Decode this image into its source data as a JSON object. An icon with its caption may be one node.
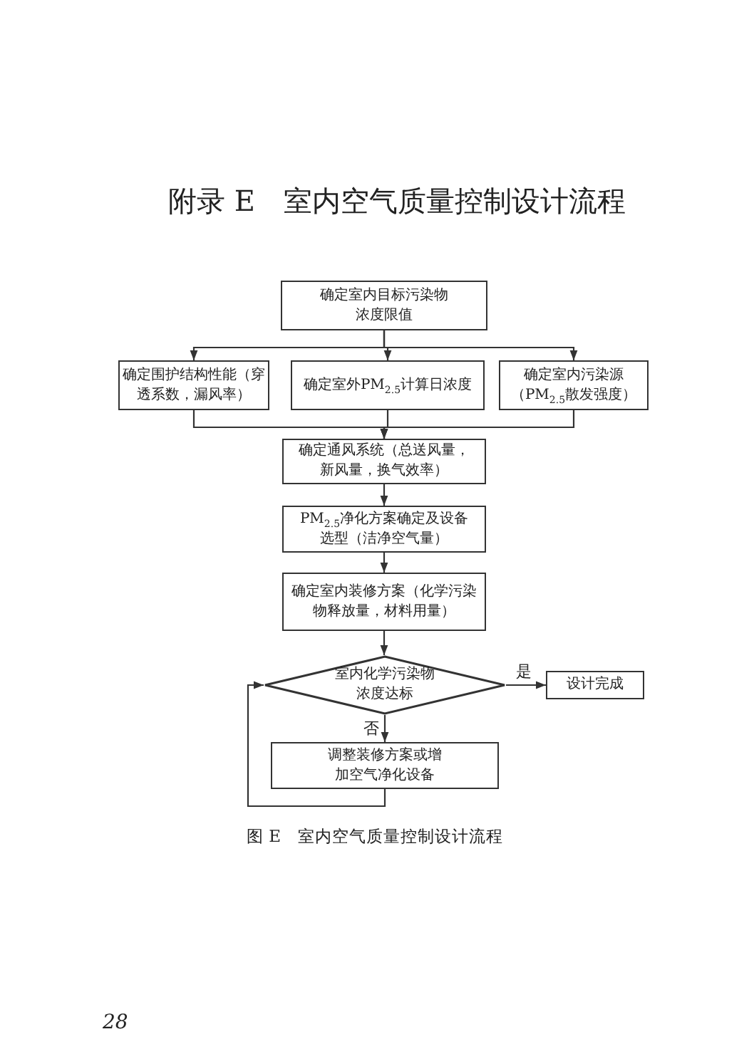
{
  "diagram": {
    "title": "附录 E　室内空气质量控制设计流程",
    "caption": "图 E　室内空气质量控制设计流程",
    "nodes": [
      {
        "text": [
          "确定室内目标污染物浓度限值"
        ]
      },
      {
        "text": [
          "确定围护结构性能（穿透系数，漏风率）"
        ]
      },
      {
        "text": [
          "确定室外PM$_{2.5}$计算日浓度"
        ]
      },
      {
        "text": [
          "确定室内污染源（PM$_{2.5}$散发强度）"
        ]
      },
      {
        "text": [
          "确定通风系统（总送风量，新风量，换气效率）"
        ]
      },
      {
        "text": [
          "PM$_{2.5}$净化方案确定及设备选型（洁净空气量）"
        ]
      },
      {
        "text": [
          "确定室内装修方案（化学污染物释放量，材料用量）"
        ]
      },
      {
        "text": [
          "室内化学污染物浓度达标"
        ]
      },
      {
        "text": [
          "设计完成"
        ]
      },
      {
        "text": [
          "调整装修方案或增加空气净化设备"
        ]
      }
    ],
    "edges": [
      {
        "from": 0,
        "to": 1,
        "arrow": "to"
      },
      {
        "from": 0,
        "to": 2,
        "arrow": "to"
      },
      {
        "from": 0,
        "to": 3,
        "arrow": "to"
      },
      {
        "from": 1,
        "to": 4,
        "arrow": "to"
      },
      {
        "from": 2,
        "to": 4,
        "arrow": "to"
      },
      {
        "from": 3,
        "to": 4,
        "arrow": "to"
      },
      {
        "from": 4,
        "to": 5,
        "arrow": "to"
      },
      {
        "from": 5,
        "to": 6,
        "arrow": "to"
      },
      {
        "from": 6,
        "to": 7,
        "arrow": "to"
      },
      {
        "from": 7,
        "to": 8,
        "arrow": "to",
        "label": "是"
      },
      {
        "from": 7,
        "to": 9,
        "arrow": "to",
        "label": "否"
      },
      {
        "from": 9,
        "to": 7,
        "arrow": "to"
      }
    ],
    "labels": [
      "28"
    ]
  }
}
